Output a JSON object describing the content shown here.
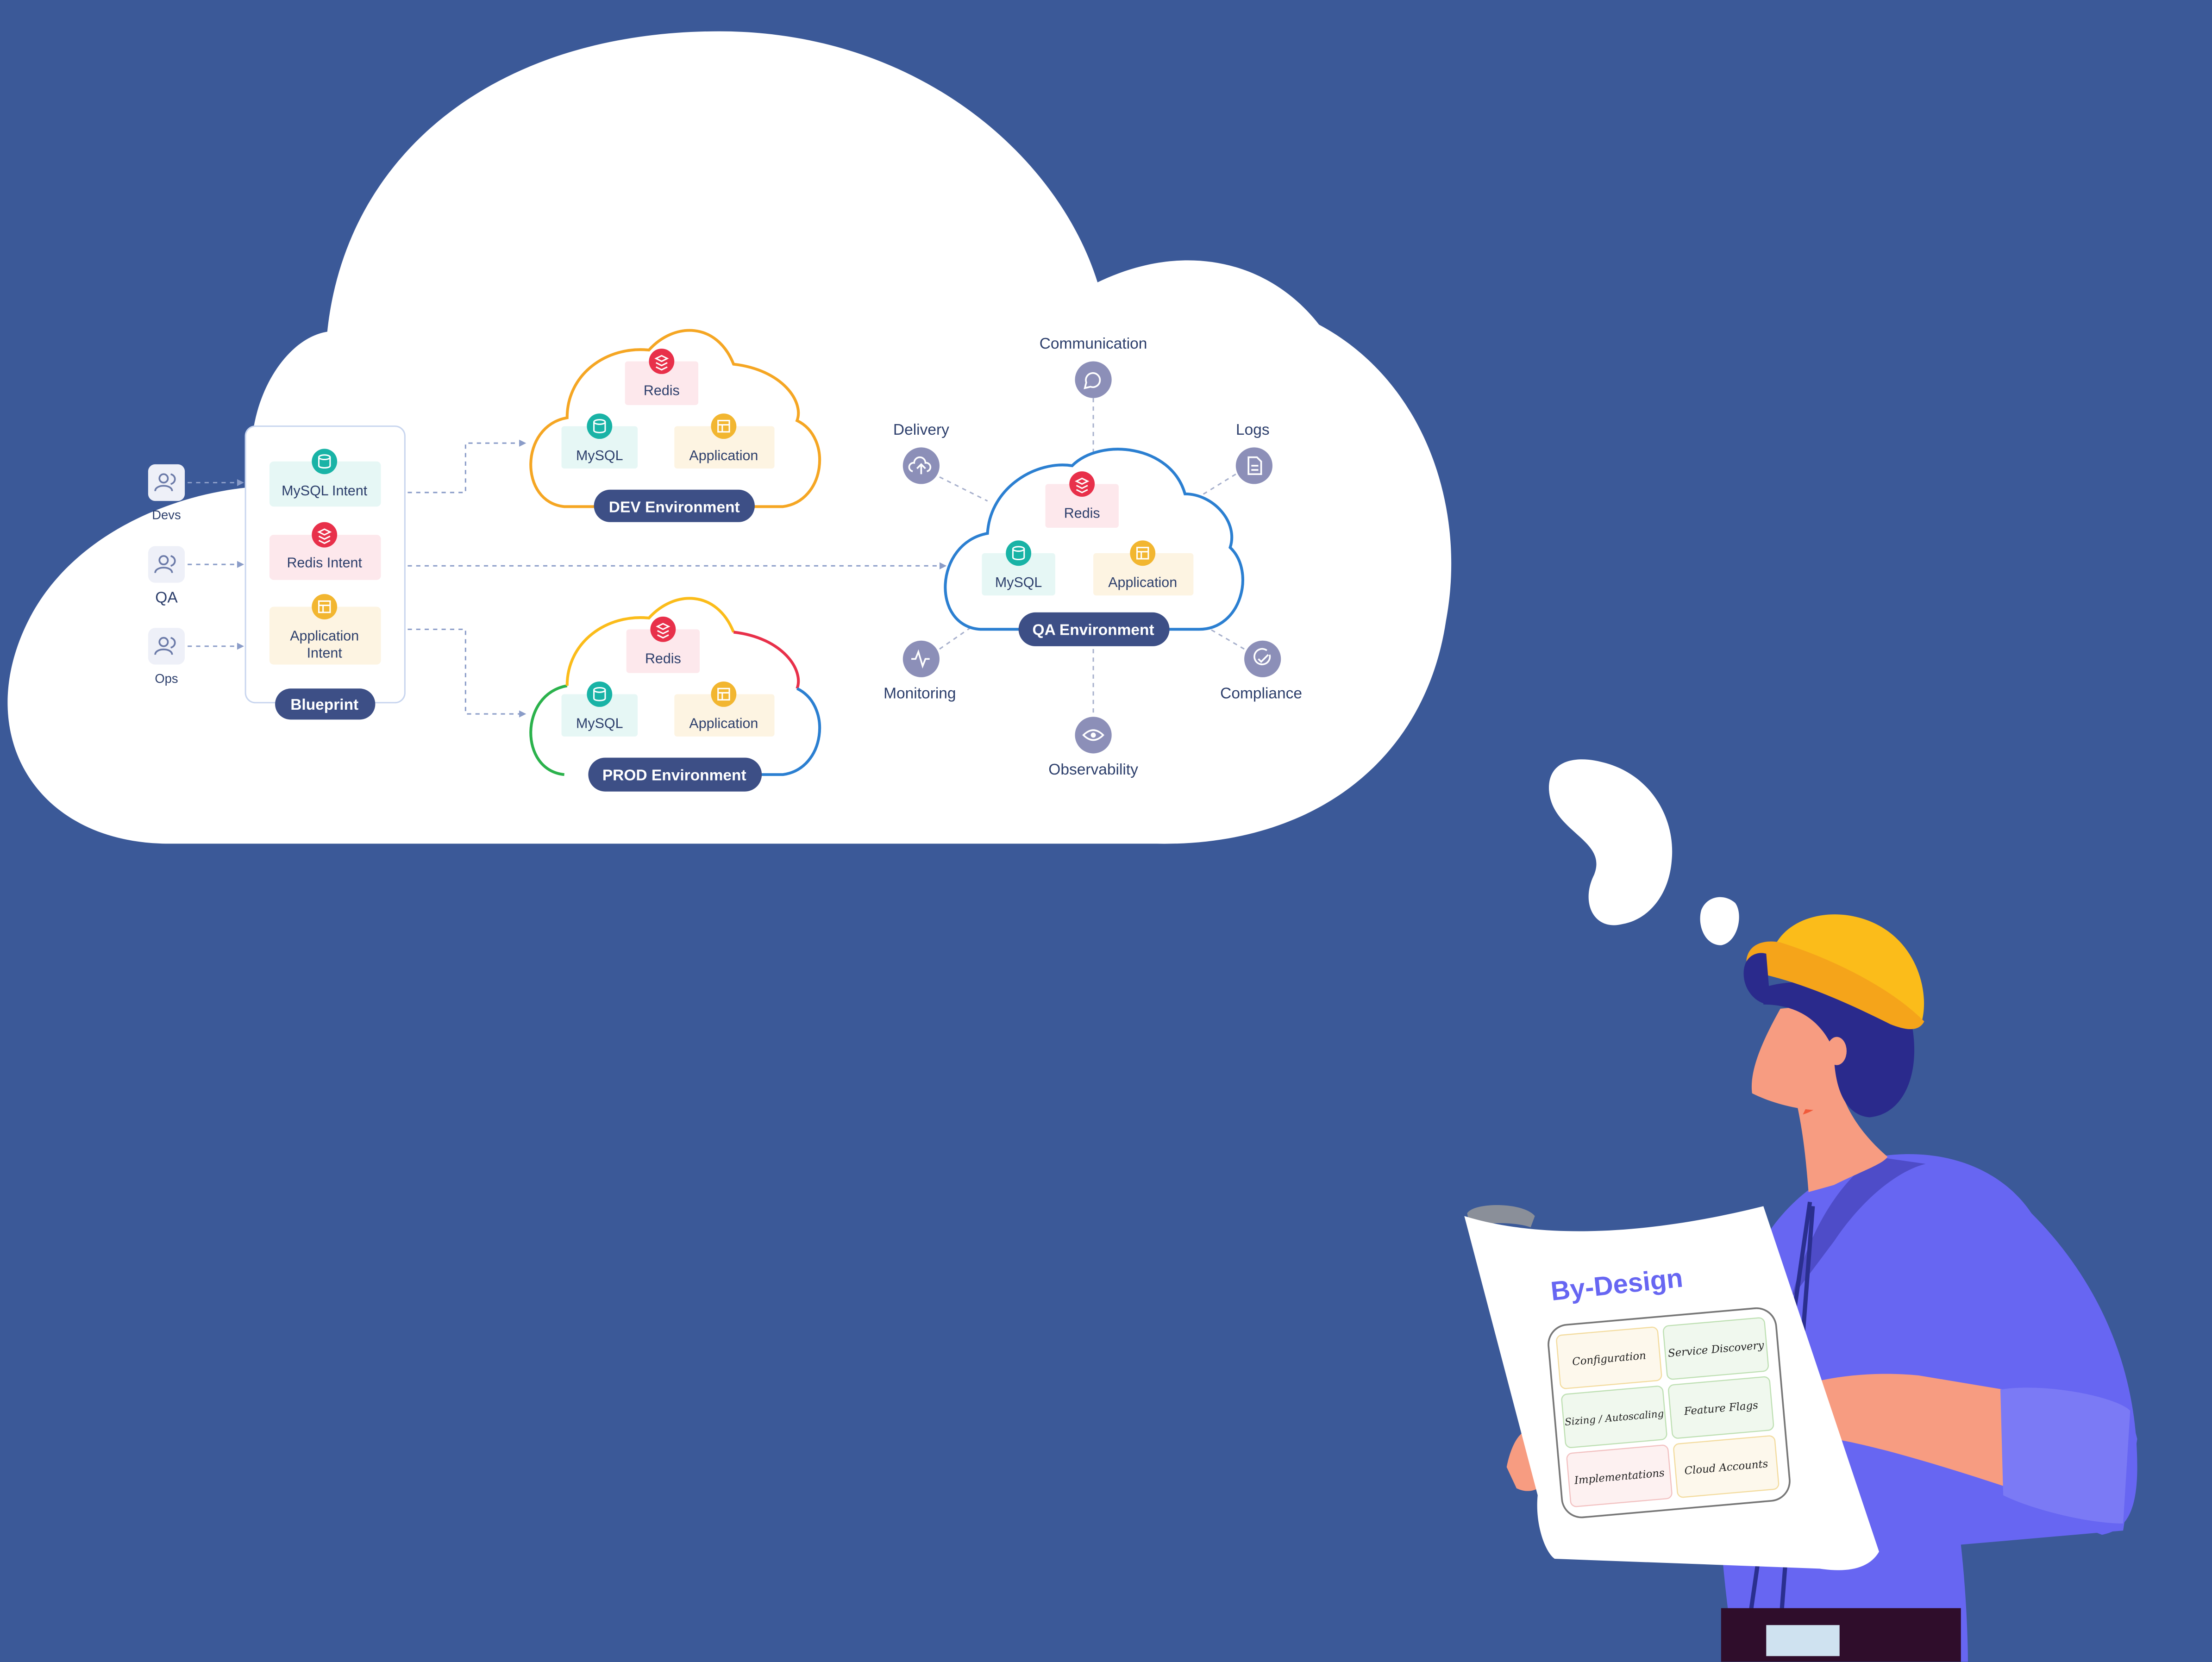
{
  "users": [
    {
      "label": "Devs",
      "icon": "users-icon"
    },
    {
      "label": "QA",
      "icon": "users-icon"
    },
    {
      "label": "Ops",
      "icon": "users-icon"
    }
  ],
  "blueprint": {
    "label": "Blueprint",
    "intents": [
      {
        "label": "MySQL Intent",
        "icon": "database-icon"
      },
      {
        "label": "Redis Intent",
        "icon": "layers-icon"
      },
      {
        "label_line1": "Application",
        "label_line2": "Intent",
        "icon": "app-window-icon"
      }
    ]
  },
  "environments": {
    "dev": {
      "label": "DEV Environment",
      "redis": "Redis",
      "mysql": "MySQL",
      "application": "Application"
    },
    "prod": {
      "label": "PROD Environment",
      "redis": "Redis",
      "mysql": "MySQL",
      "application": "Application"
    },
    "qa": {
      "label": "QA Environment",
      "redis": "Redis",
      "mysql": "MySQL",
      "application": "Application"
    }
  },
  "qa_capabilities": [
    {
      "label": "Communication",
      "icon": "chat-bubble-icon"
    },
    {
      "label": "Delivery",
      "icon": "cloud-upload-icon"
    },
    {
      "label": "Logs",
      "icon": "document-icon"
    },
    {
      "label": "Monitoring",
      "icon": "activity-pulse-icon"
    },
    {
      "label": "Compliance",
      "icon": "check-circle-icon"
    },
    {
      "label": "Observability",
      "icon": "eye-icon"
    }
  ],
  "document": {
    "title": "By-Design",
    "cells": [
      "Configuration",
      "Service Discovery",
      "Sizing / Autoscaling",
      "Feature Flags",
      "Implementations",
      "Cloud Accounts"
    ]
  },
  "colors": {
    "background": "#3b5998",
    "pill": "#3d4f86",
    "mysql": "#19b3a6",
    "redis": "#e8304a",
    "application": "#f2b630",
    "dev_cloud": "#f5a623",
    "qa_cloud": "#2b7fd1",
    "helmet": "#fbbc1a",
    "shirt": "#6766f2"
  }
}
